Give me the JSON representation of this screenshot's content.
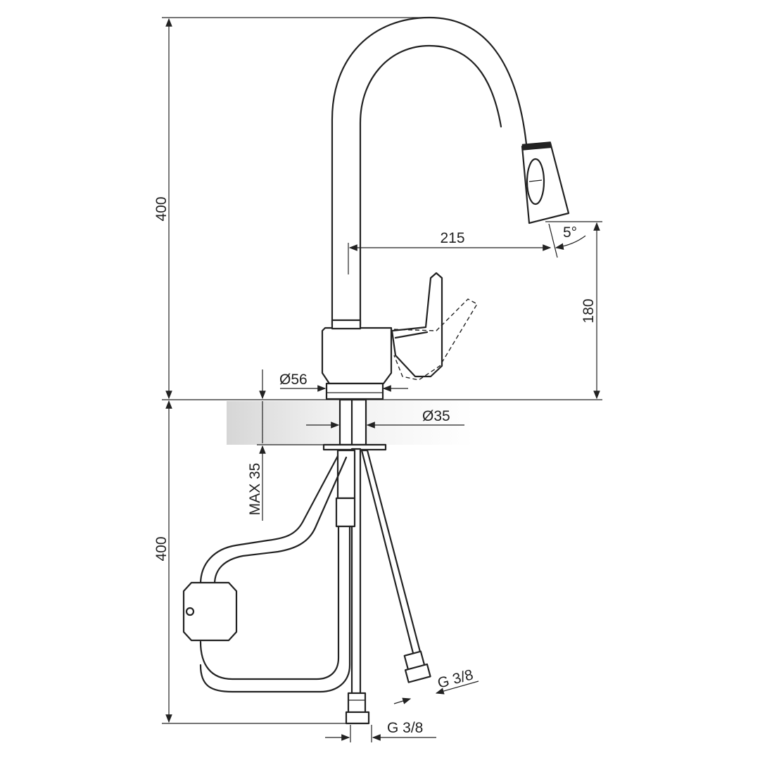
{
  "title": "Kitchen faucet with pull-out spray - technical drawing",
  "dimensions": {
    "total_height_above": "400",
    "hose_length_below": "400",
    "spout_reach": "215",
    "spray_angle": "5°",
    "spout_outlet_height": "180",
    "base_diameter": "Ø56",
    "shank_diameter": "Ø35",
    "max_counter_thickness": "MAX 35",
    "connection_thread_1": "G 3/8",
    "connection_thread_2": "G 3/8"
  },
  "colors": {
    "line": "#222222",
    "counter_band": "#d9d9d9"
  }
}
